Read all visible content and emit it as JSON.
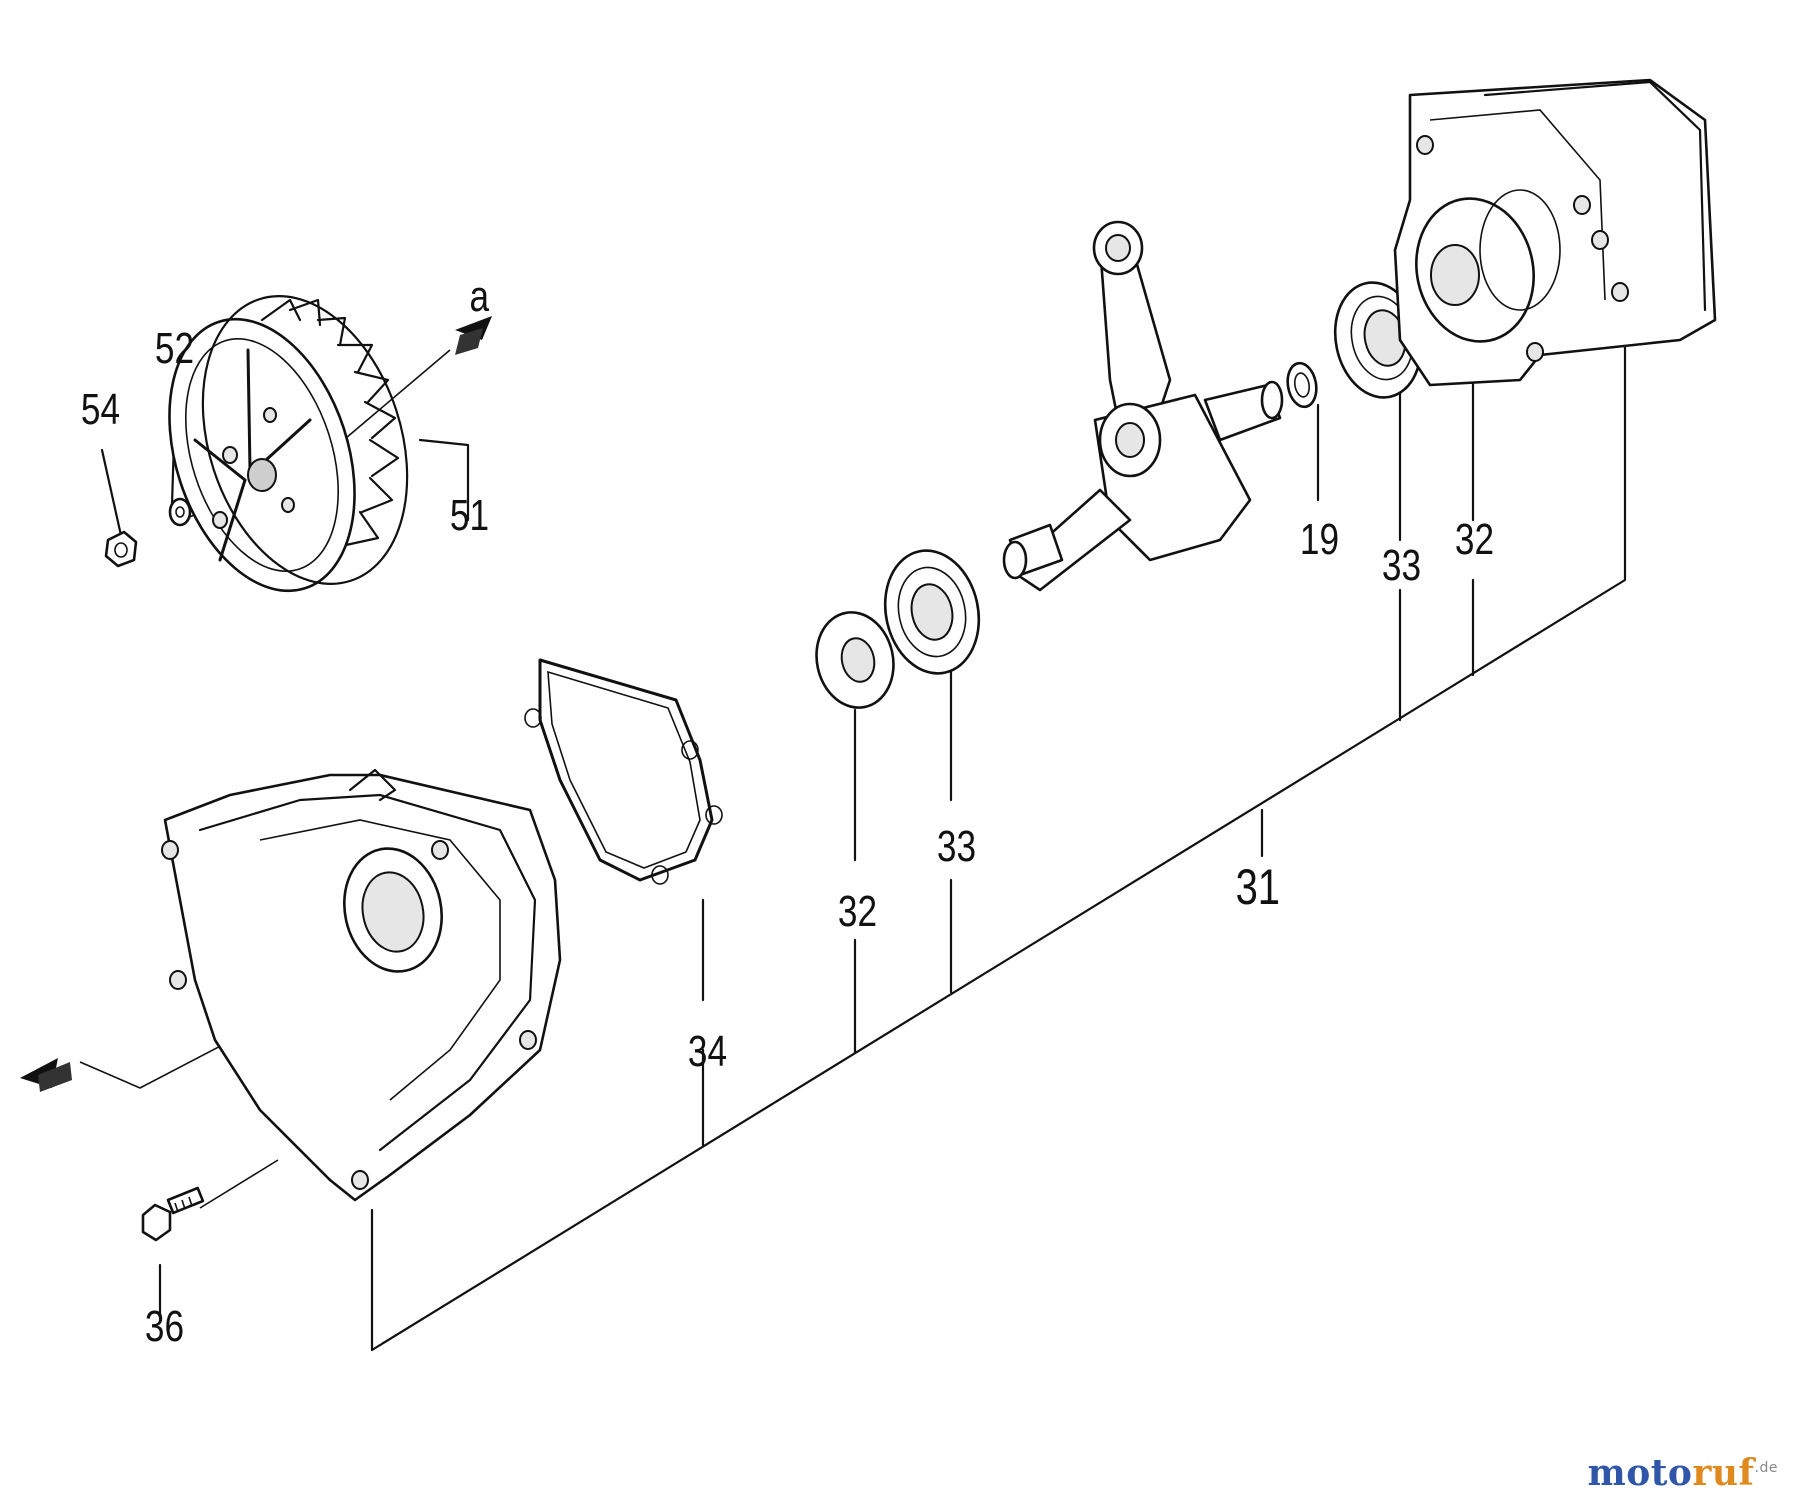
{
  "callouts": {
    "c54": "54",
    "c52": "52",
    "c51": "51",
    "ca": "a",
    "c19": "19",
    "c33_top": "33",
    "c32_top": "32",
    "c31": "31",
    "c33_mid": "33",
    "c32_mid": "32",
    "c34": "34",
    "c36": "36"
  },
  "watermark": {
    "brand": "motoruf",
    "suffix": ".de",
    "colors": {
      "m": "#2f56a8",
      "o1": "#2f56a8",
      "t": "#2f56a8",
      "o2": "#2f56a8",
      "r": "#e08a1e",
      "u": "#e08a1e",
      "f": "#e08a1e"
    }
  }
}
